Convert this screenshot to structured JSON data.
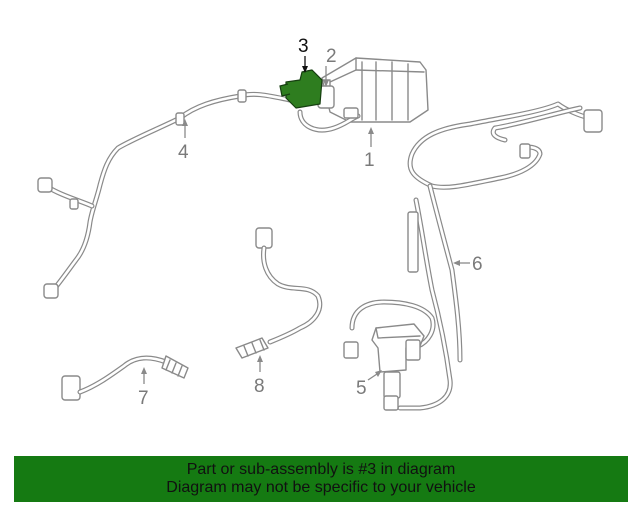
{
  "callouts": {
    "c1": "1",
    "c2": "2",
    "c3": "3",
    "c4": "4",
    "c5": "5",
    "c6": "6",
    "c7": "7",
    "c8": "8"
  },
  "banner": {
    "line1": "Part or sub-assembly is #3 in diagram",
    "line2": "Diagram may not be specific to your vehicle"
  },
  "colors": {
    "highlight_part": "#2e7d1f",
    "banner_bg": "#157a12",
    "line": "#8a8a8a"
  }
}
